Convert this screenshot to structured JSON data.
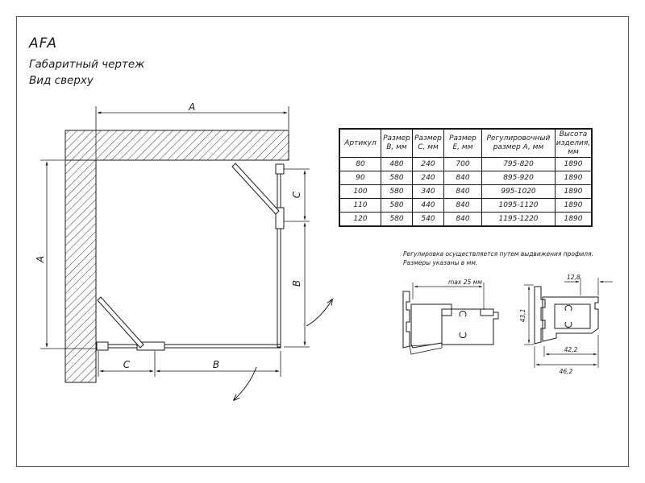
{
  "header": {
    "model": "AFA",
    "subtitle": "Габаритный чертеж",
    "view": "Вид сверху"
  },
  "dimensions": {
    "a_top": "A",
    "a_side": "A",
    "c_right": "C",
    "b_right": "B",
    "c_bottom": "C",
    "b_bottom": "B"
  },
  "table": {
    "headers": [
      [
        "Артикул"
      ],
      [
        "Размер",
        "B, мм"
      ],
      [
        "Размер",
        "C, мм"
      ],
      [
        "Размер",
        "E, мм"
      ],
      [
        "Регулировочный",
        "размер A, мм"
      ],
      [
        "Высота",
        "изделия,",
        "мм"
      ]
    ],
    "rows": [
      [
        "80",
        "480",
        "240",
        "700",
        "795-820",
        "1890"
      ],
      [
        "90",
        "580",
        "240",
        "840",
        "895-920",
        "1890"
      ],
      [
        "100",
        "580",
        "340",
        "840",
        "995-1020",
        "1890"
      ],
      [
        "110",
        "580",
        "440",
        "840",
        "1095-1120",
        "1890"
      ],
      [
        "120",
        "580",
        "540",
        "840",
        "1195-1220",
        "1890"
      ]
    ]
  },
  "notes": {
    "line1": "Регулировка осуществляется путем выдвижения профиля.",
    "line2": "Размеры указаны в мм."
  },
  "profile": {
    "max_label": "max 25 мм",
    "d_12_8": "12,8",
    "d_43_1": "43,1",
    "d_42_2": "42,2",
    "d_46_2": "46,2"
  }
}
